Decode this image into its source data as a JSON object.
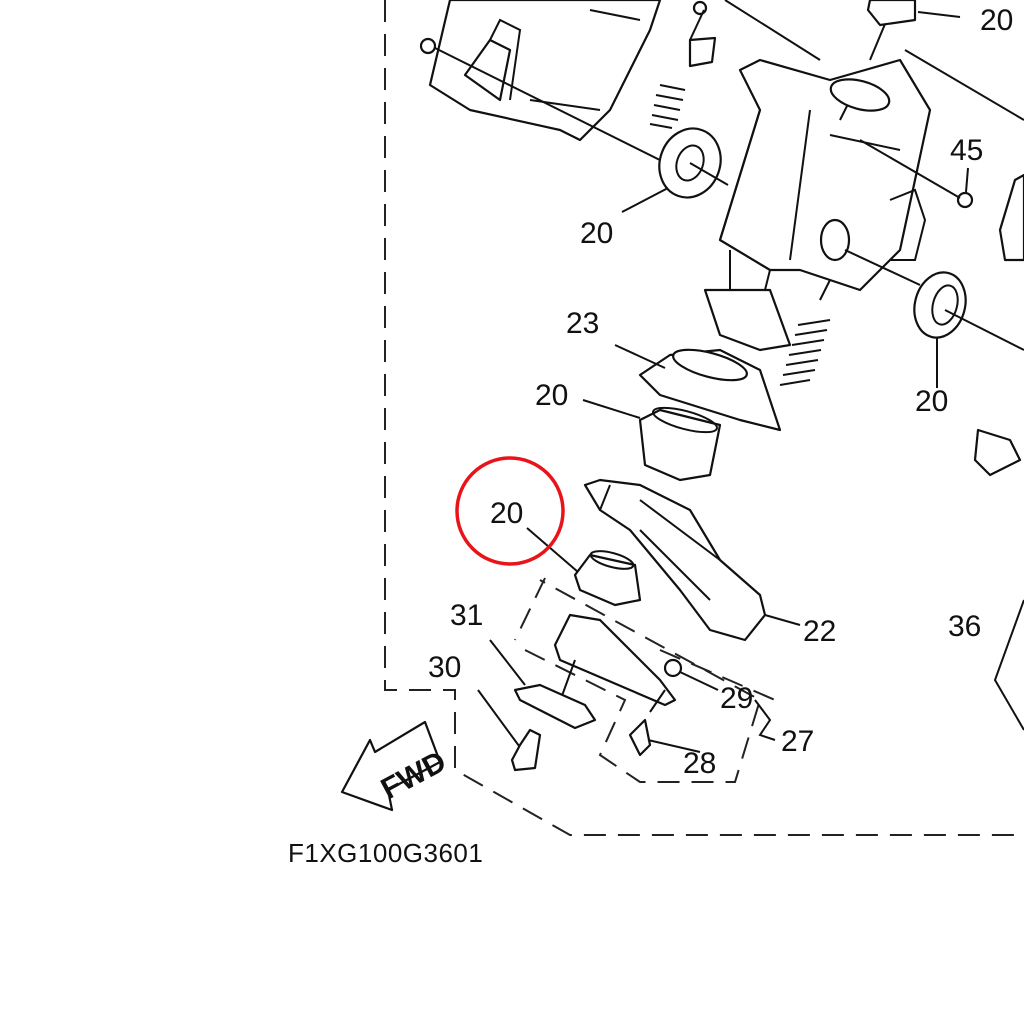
{
  "diagram": {
    "labels": {
      "top_right_20": "20",
      "p45": "45",
      "left_20": "20",
      "p23": "23",
      "mid_20": "20",
      "right_20": "20",
      "circled_20": "20",
      "p22": "22",
      "p36": "36",
      "p31": "31",
      "p30": "30",
      "p29": "29",
      "p27": "27",
      "p28": "28"
    },
    "fwd_arrow": "FWD",
    "drawing_code": "F1XG100G3601",
    "highlight_color": "#e8141a"
  }
}
